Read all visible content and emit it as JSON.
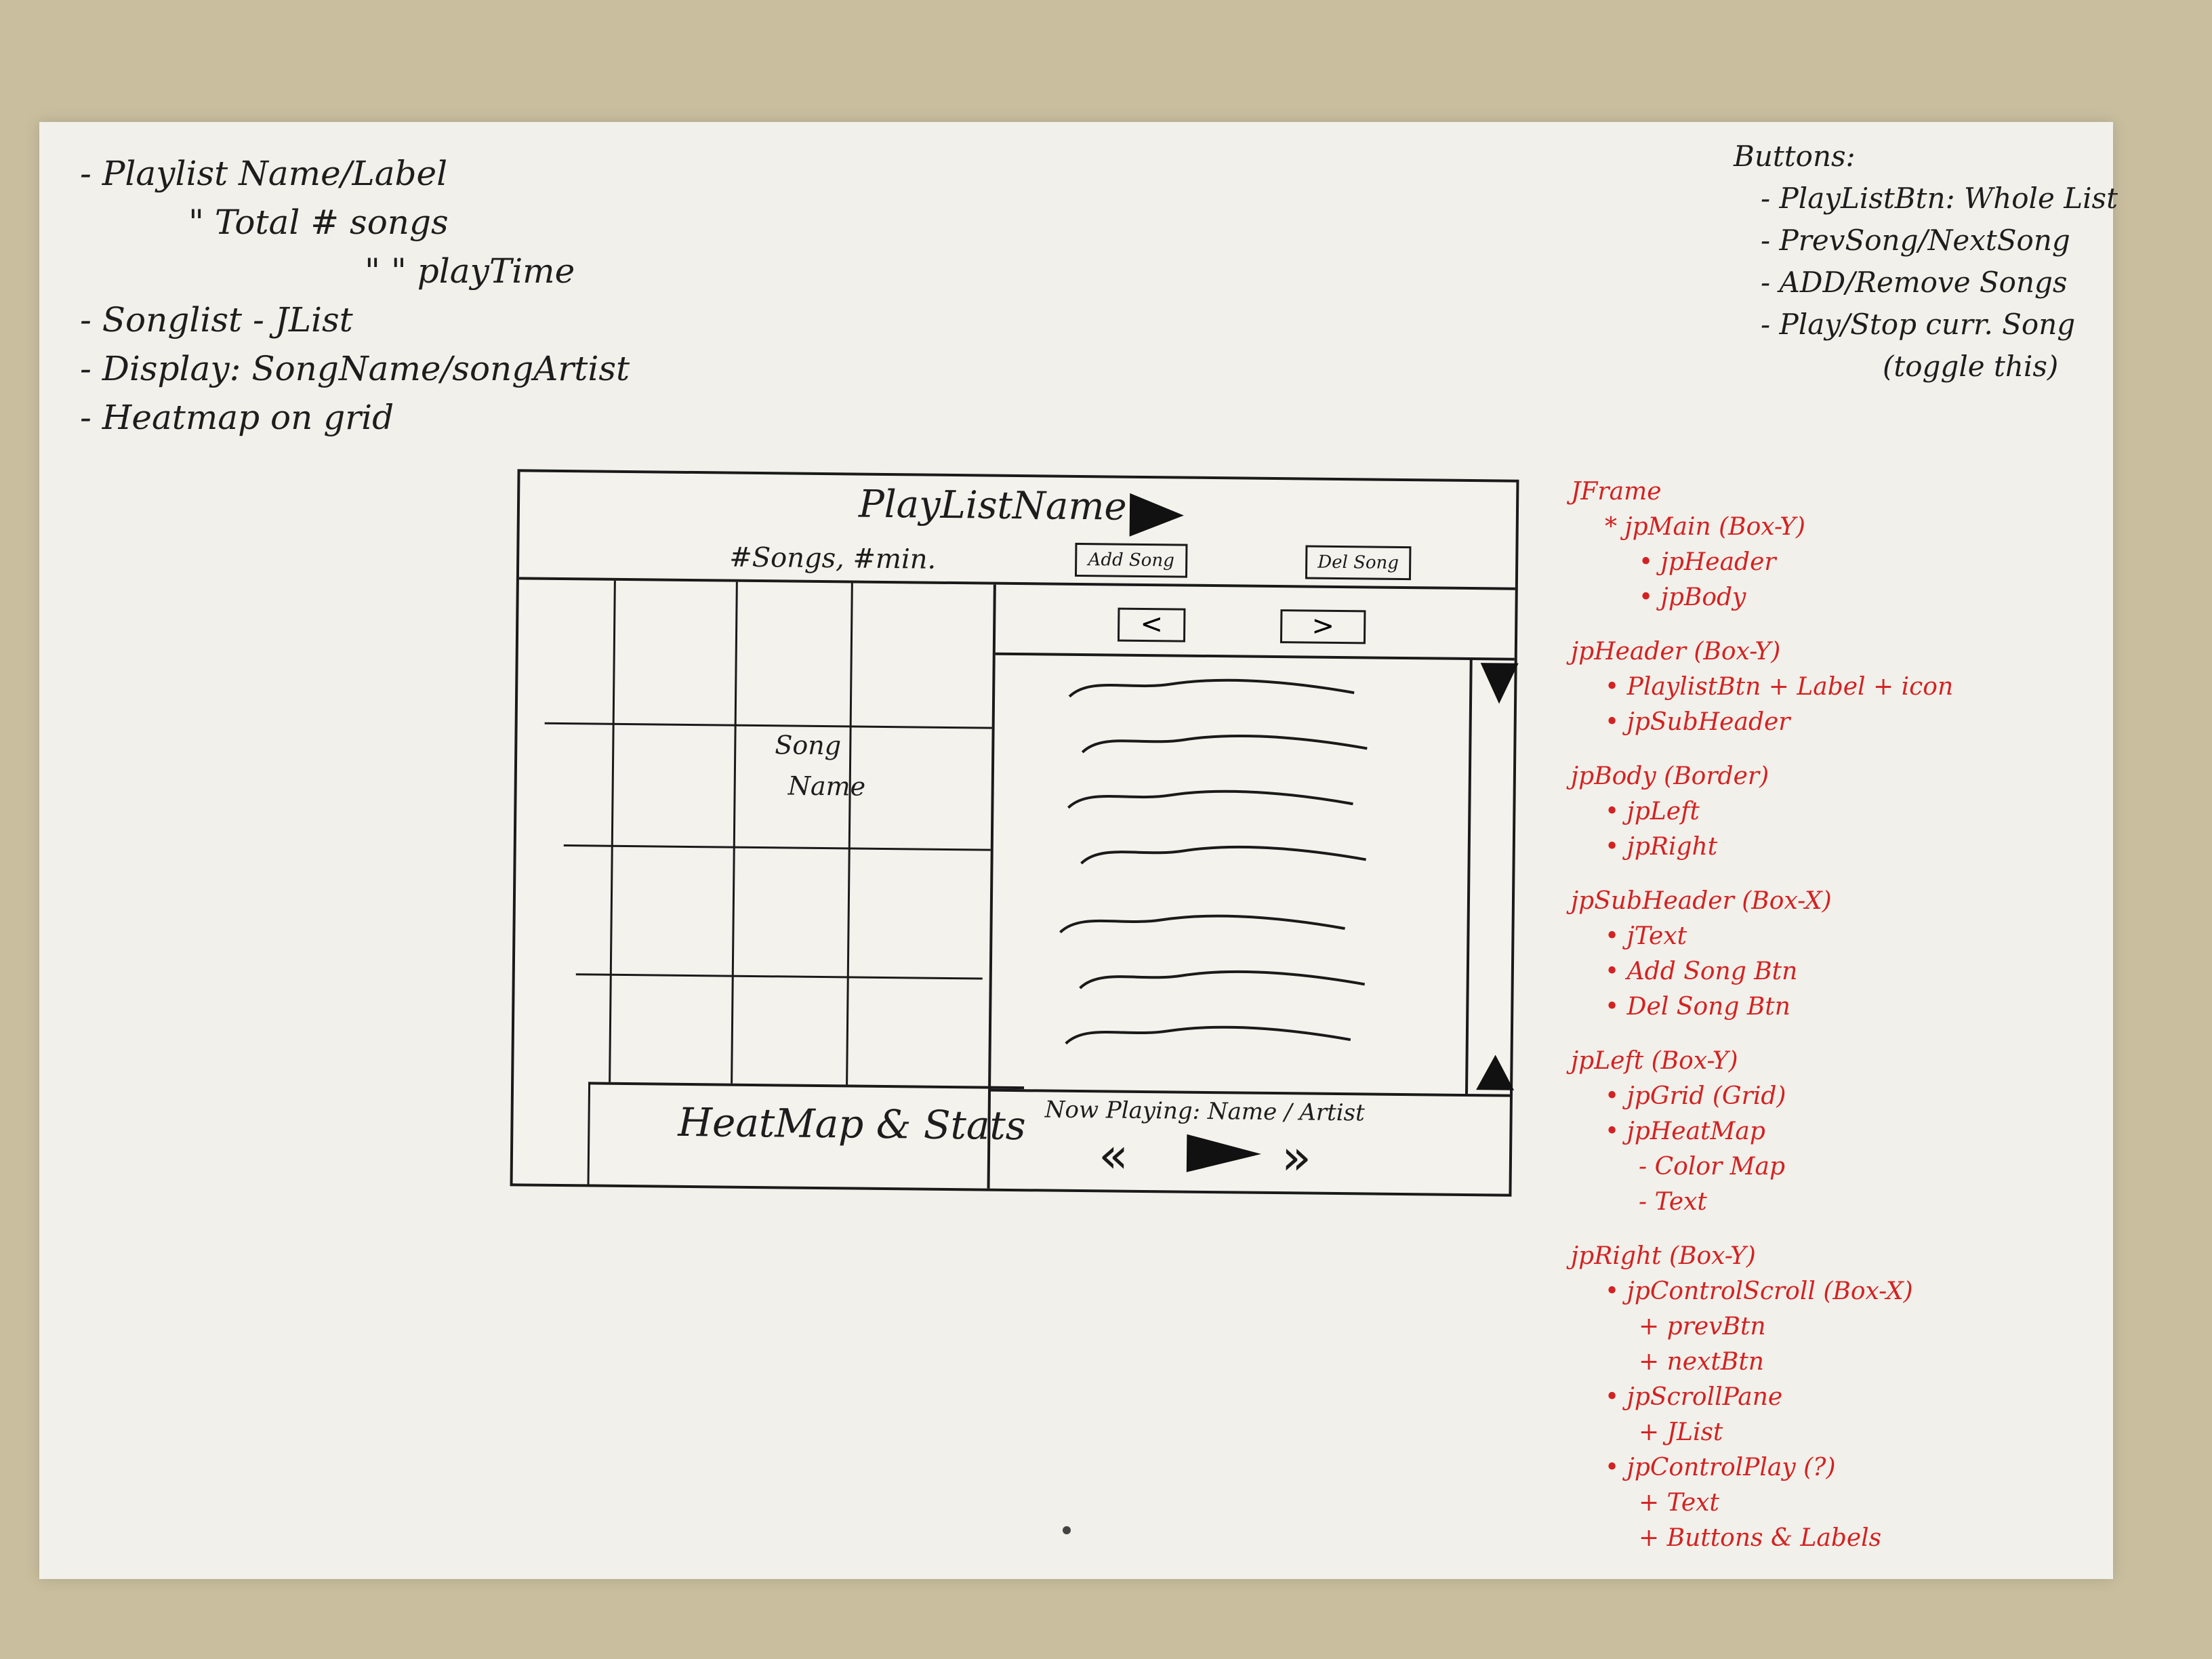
{
  "notes_left": [
    "- Playlist Name/Label",
    "\"  Total # songs",
    "\"  \"  playTime",
    "- Songlist - JList",
    "- Display: SongName/songArtist",
    "- Heatmap on grid"
  ],
  "notes_right": [
    "Buttons:",
    "- PlayListBtn: Whole List",
    "- PrevSong/NextSong",
    "- ADD/Remove Songs",
    "- Play/Stop curr. Song",
    "(toggle this)"
  ],
  "arch_notes": [
    {
      "text": "JFrame",
      "level": 0,
      "gap": false
    },
    {
      "text": "* jpMain (Box-Y)",
      "level": 1,
      "gap": false
    },
    {
      "text": "• jpHeader",
      "level": 2,
      "gap": false
    },
    {
      "text": "• jpBody",
      "level": 2,
      "gap": false
    },
    {
      "text": "jpHeader (Box-Y)",
      "level": 0,
      "gap": true
    },
    {
      "text": "• PlaylistBtn + Label + icon",
      "level": 1,
      "gap": false
    },
    {
      "text": "• jpSubHeader",
      "level": 1,
      "gap": false
    },
    {
      "text": "jpBody (Border)",
      "level": 0,
      "gap": true
    },
    {
      "text": "• jpLeft",
      "level": 1,
      "gap": false
    },
    {
      "text": "• jpRight",
      "level": 1,
      "gap": false
    },
    {
      "text": "jpSubHeader (Box-X)",
      "level": 0,
      "gap": true
    },
    {
      "text": "• jText",
      "level": 1,
      "gap": false
    },
    {
      "text": "• Add Song Btn",
      "level": 1,
      "gap": false
    },
    {
      "text": "• Del Song Btn",
      "level": 1,
      "gap": false
    },
    {
      "text": "jpLeft (Box-Y)",
      "level": 0,
      "gap": true
    },
    {
      "text": "• jpGrid (Grid)",
      "level": 1,
      "gap": false
    },
    {
      "text": "• jpHeatMap",
      "level": 1,
      "gap": false
    },
    {
      "text": "- Color Map",
      "level": 2,
      "gap": false
    },
    {
      "text": "- Text",
      "level": 2,
      "gap": false
    },
    {
      "text": "jpRight (Box-Y)",
      "level": 0,
      "gap": true
    },
    {
      "text": "• jpControlScroll (Box-X)",
      "level": 1,
      "gap": false
    },
    {
      "text": "+ prevBtn",
      "level": 2,
      "gap": false
    },
    {
      "text": "+ nextBtn",
      "level": 2,
      "gap": false
    },
    {
      "text": "• jpScrollPane",
      "level": 1,
      "gap": false
    },
    {
      "text": "+ JList",
      "level": 2,
      "gap": false
    },
    {
      "text": "• jpControlPlay (?)",
      "level": 1,
      "gap": false
    },
    {
      "text": "+ Text",
      "level": 2,
      "gap": false
    },
    {
      "text": "+ Buttons & Labels",
      "level": 2,
      "gap": false
    }
  ],
  "wireframe": {
    "playlist_title": "PlayListName",
    "subheader_text": "#Songs, #min.",
    "add_song": "Add Song",
    "del_song": "Del Song",
    "prev_btn": "<",
    "next_btn": ">",
    "grid_cell_label_1": "Song",
    "grid_cell_label_2": "Name",
    "heatmap_label": "HeatMap & Stats",
    "now_playing": "Now Playing: Name / Artist",
    "prev_control": "«",
    "next_control": "»",
    "list_item_count": 7
  }
}
